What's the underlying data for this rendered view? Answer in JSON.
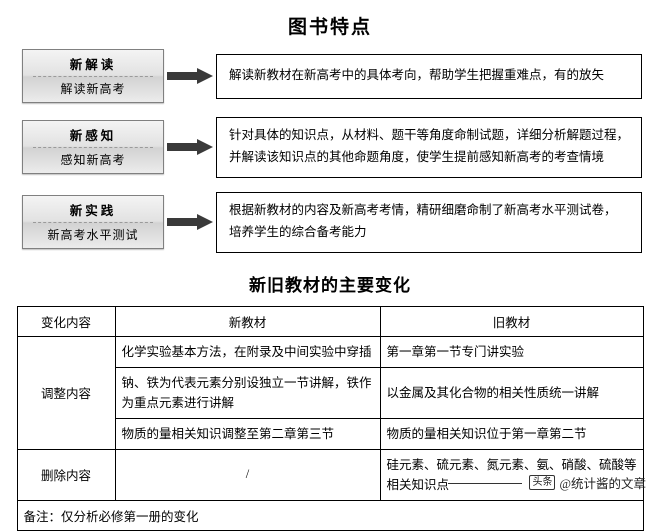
{
  "doc": {
    "title_main": "图书特点",
    "title_sub": "新旧教材的主要变化"
  },
  "features": [
    {
      "badge_top": "新解读",
      "badge_bottom": "解读新高考",
      "desc": "解读新教材在新高考中的具体考向，帮助学生把握重难点，有的放矢",
      "arrow_icon": "right-arrow-icon"
    },
    {
      "badge_top": "新感知",
      "badge_bottom": "感知新高考",
      "desc_line1": "针对具体的知识点，从材料、题干等角度命制试题，详细分析解题过程，",
      "desc_line2": "并解读该知识点的其他命题角度，使学生提前感知新高考的考查情境",
      "arrow_icon": "right-arrow-icon"
    },
    {
      "badge_top": "新实践",
      "badge_bottom": "新高考水平测试",
      "desc_line1": "根据新教材的内容及新高考考情，精研细磨命制了新高考水平测试卷，",
      "desc_line2": "培养学生的综合备考能力",
      "arrow_icon": "right-arrow-icon"
    }
  ],
  "table": {
    "headers": [
      "变化内容",
      "新教材",
      "旧教材"
    ],
    "rows": [
      {
        "label": "调整内容",
        "cells": [
          {
            "new": "化学实验基本方法，在附录及中间实验中穿插",
            "old": "第一章第一节专门讲实验"
          },
          {
            "new": "钠、铁为代表元素分别设独立一节讲解，铁作为重点元素进行讲解",
            "old": "以金属及其化合物的相关性质统一讲解"
          },
          {
            "new": "物质的量相关知识调整至第二章第三节",
            "old": "物质的量相关知识位于第一章第二节"
          }
        ]
      },
      {
        "label": "删除内容",
        "cells": [
          {
            "new": "/",
            "old": "硅元素、硫元素、氮元素、氨、硝酸、硫酸等相关知识点"
          }
        ]
      }
    ],
    "note": "备注：仅分析必修第一册的变化"
  },
  "footer": {
    "mark": "头条",
    "text": "@统计酱的文章"
  }
}
